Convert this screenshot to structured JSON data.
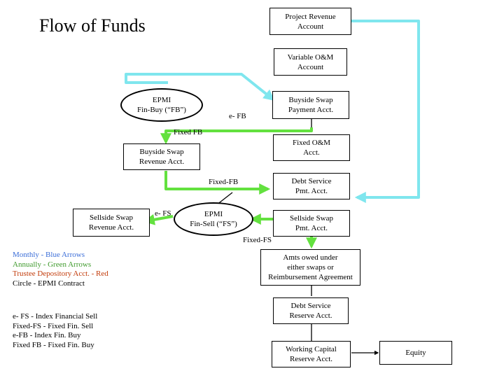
{
  "title": "Flow of Funds",
  "colors": {
    "blue": "#7fe6ee",
    "green": "#63e13f",
    "red": "#c23b0a",
    "legend_blue": "#3b6ed8",
    "legend_green": "#3f9a2c"
  },
  "boxes": {
    "project_revenue": [
      "Project Revenue",
      "Account"
    ],
    "variable_om": [
      "Variable O&M",
      "Account"
    ],
    "buyside_swap_payment": [
      "Buyside Swap",
      "Payment Acct."
    ],
    "fixed_om": [
      "Fixed O&M",
      "Acct."
    ],
    "buyside_swap_revenue": [
      "Buyside Swap",
      "Revenue Acct."
    ],
    "debt_service_pmt": [
      "Debt Service",
      "Pmt. Acct."
    ],
    "sellside_swap_revenue": [
      "Sellside Swap",
      "Revenue Acct."
    ],
    "sellside_swap_pmt": [
      "Sellside Swap",
      "Pmt. Acct."
    ],
    "amts_owed": [
      "Amts owed under",
      "either swaps or",
      "Reimbursement Agreement"
    ],
    "debt_service_reserve": [
      "Debt Service",
      "Reserve Acct."
    ],
    "working_capital_reserve": [
      "Working Capital",
      "Reserve Acct."
    ],
    "equity": [
      "Equity"
    ]
  },
  "ellipses": {
    "epmi_fin_buy": [
      "EPMI",
      "Fin-Buy (“FB”)"
    ],
    "epmi_fin_sell": [
      "EPMI",
      "Fin-Sell (“FS”)"
    ]
  },
  "labels": {
    "e_fb": "e- FB",
    "fixed_fb_1": "Fixed FB",
    "fixed_fb_2": "Fixed-FB",
    "e_fs": "e- FS",
    "fixed_fs": "Fixed-FS"
  },
  "legend_colors": [
    "Monthly - Blue Arrows",
    "Annually - Green Arrows",
    "Trustee Depository Acct. - Red",
    "Circle - EPMI Contract"
  ],
  "legend_terms": [
    "e- FS - Index Financial Sell",
    "Fixed-FS - Fixed Fin. Sell",
    "e-FB - Index Fin. Buy",
    "Fixed FB - Fixed Fin. Buy"
  ]
}
